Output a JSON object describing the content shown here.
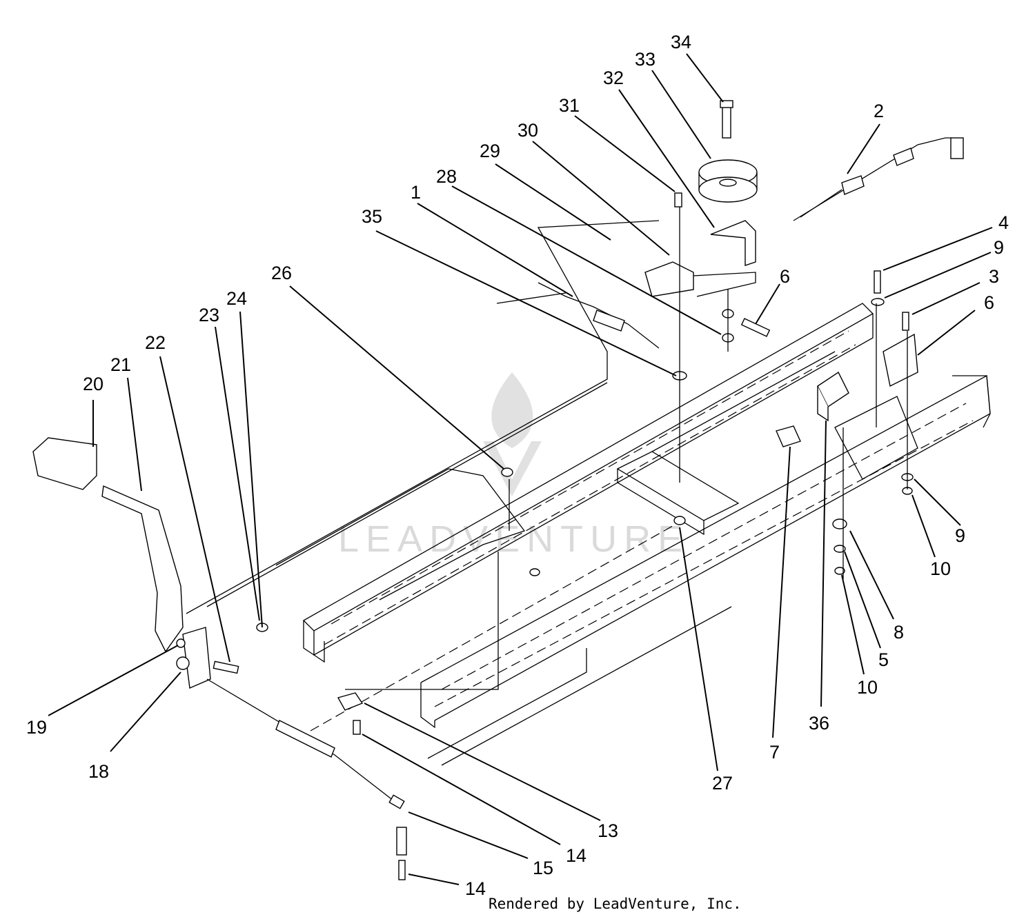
{
  "watermark": {
    "text": "LEADVENTURE",
    "color": "#d6d6d6"
  },
  "credit": "Rendered by LeadVenture, Inc.",
  "callouts": [
    {
      "id": "c1",
      "label": "1"
    },
    {
      "id": "c2",
      "label": "2"
    },
    {
      "id": "c3",
      "label": "3"
    },
    {
      "id": "c4",
      "label": "4"
    },
    {
      "id": "c5",
      "label": "5"
    },
    {
      "id": "c6a",
      "label": "6"
    },
    {
      "id": "c6b",
      "label": "6"
    },
    {
      "id": "c7",
      "label": "7"
    },
    {
      "id": "c8",
      "label": "8"
    },
    {
      "id": "c9a",
      "label": "9"
    },
    {
      "id": "c9b",
      "label": "9"
    },
    {
      "id": "c10a",
      "label": "10"
    },
    {
      "id": "c10b",
      "label": "10"
    },
    {
      "id": "c13",
      "label": "13"
    },
    {
      "id": "c14a",
      "label": "14"
    },
    {
      "id": "c14b",
      "label": "14"
    },
    {
      "id": "c15",
      "label": "15"
    },
    {
      "id": "c18",
      "label": "18"
    },
    {
      "id": "c19",
      "label": "19"
    },
    {
      "id": "c20",
      "label": "20"
    },
    {
      "id": "c21",
      "label": "21"
    },
    {
      "id": "c22",
      "label": "22"
    },
    {
      "id": "c23",
      "label": "23"
    },
    {
      "id": "c24",
      "label": "24"
    },
    {
      "id": "c26",
      "label": "26"
    },
    {
      "id": "c27",
      "label": "27"
    },
    {
      "id": "c28",
      "label": "28"
    },
    {
      "id": "c29",
      "label": "29"
    },
    {
      "id": "c30",
      "label": "30"
    },
    {
      "id": "c31",
      "label": "31"
    },
    {
      "id": "c32",
      "label": "32"
    },
    {
      "id": "c33",
      "label": "33"
    },
    {
      "id": "c34",
      "label": "34"
    },
    {
      "id": "c35",
      "label": "35"
    },
    {
      "id": "c36",
      "label": "36"
    }
  ]
}
